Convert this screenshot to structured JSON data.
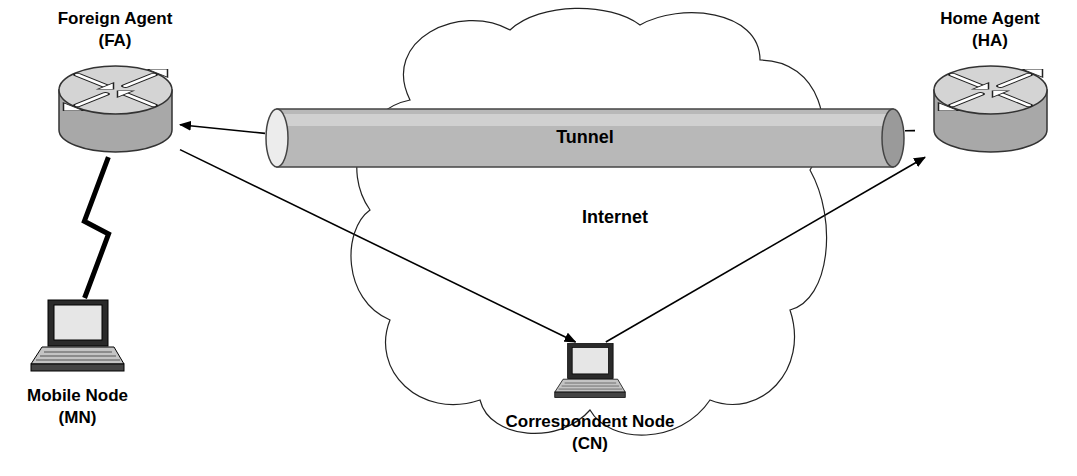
{
  "diagram": {
    "nodes": [
      {
        "text": [
          "Foreign Agent (FA)"
        ]
      },
      {
        "text": [
          "Tunnel"
        ]
      },
      {
        "text": [
          "Home Agent (HA)"
        ]
      },
      {
        "text": [
          "Internet"
        ]
      },
      {
        "text": [
          "Mobile Node (MN)"
        ]
      },
      {
        "text": [
          "Correspondent Node (CN)"
        ]
      }
    ],
    "edges": [
      {
        "from": 1,
        "to": 0,
        "arrow": "to"
      },
      {
        "from": 2,
        "to": 1,
        "arrow": "none"
      },
      {
        "from": 0,
        "to": 5,
        "arrow": "to"
      },
      {
        "from": 5,
        "to": 2,
        "arrow": "to"
      },
      {
        "from": 4,
        "to": 0,
        "arrow": "none"
      }
    ]
  }
}
